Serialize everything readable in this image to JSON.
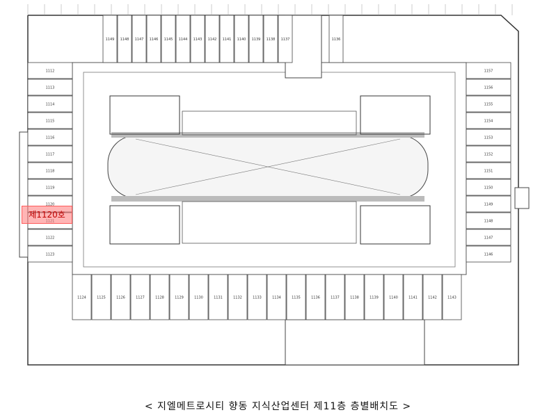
{
  "caption": "< 지엘메트로시티 향동 지식산업센터 제11층 층별배치도 >",
  "highlight": {
    "label": "제1120호",
    "color": "#ff7878"
  },
  "units": {
    "top_row": [
      "1149",
      "1148",
      "1147",
      "1146",
      "1145",
      "1144",
      "1143",
      "1142",
      "1141",
      "1140",
      "1139",
      "1138",
      "1137",
      "1136"
    ],
    "left_col": [
      "1112",
      "1113",
      "1114",
      "1115",
      "1116",
      "1117",
      "1118",
      "1119",
      "1120",
      "1121",
      "1122",
      "1123"
    ],
    "right_col": [
      "1157",
      "1156",
      "1155",
      "1154",
      "1153",
      "1152",
      "1151",
      "1150",
      "1149",
      "1148",
      "1147",
      "1146"
    ],
    "bottom_row": [
      "1124",
      "1125",
      "1126",
      "1127",
      "1128",
      "1129",
      "1130",
      "1131",
      "1132",
      "1133",
      "1134",
      "1135",
      "1136",
      "1137",
      "1138",
      "1139",
      "1140",
      "1141",
      "1142",
      "1143"
    ]
  },
  "colors": {
    "line": "#333333",
    "highlight_fill": "#ff7878"
  }
}
